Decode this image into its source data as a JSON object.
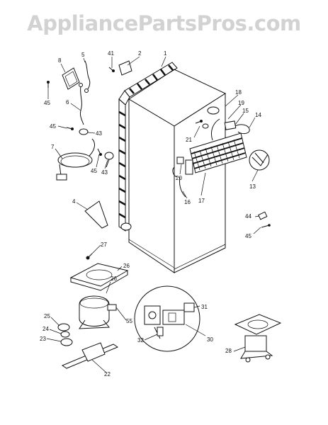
{
  "watermark": "AppliancePartsPros.com",
  "labels": {
    "n1": "1",
    "n2": "2",
    "n5": "5",
    "n6": "6",
    "n7": "7",
    "n8": "8",
    "n4": "4",
    "n13": "13",
    "n14": "14",
    "n15": "15",
    "n16": "16",
    "n17": "17",
    "n18": "18",
    "n19": "19",
    "n20": "20",
    "n21": "21",
    "n22": "22",
    "n23": "23",
    "n24": "24",
    "n25": "25",
    "n26a": "26",
    "n26b": "26",
    "n27": "27",
    "n28": "28",
    "n30": "30",
    "n31": "31",
    "n32": "32",
    "n41": "41",
    "n43a": "43",
    "n43b": "43",
    "n44": "44",
    "n45a": "45",
    "n45b": "45",
    "n45c": "45",
    "n45d": "45",
    "n55": "55"
  }
}
